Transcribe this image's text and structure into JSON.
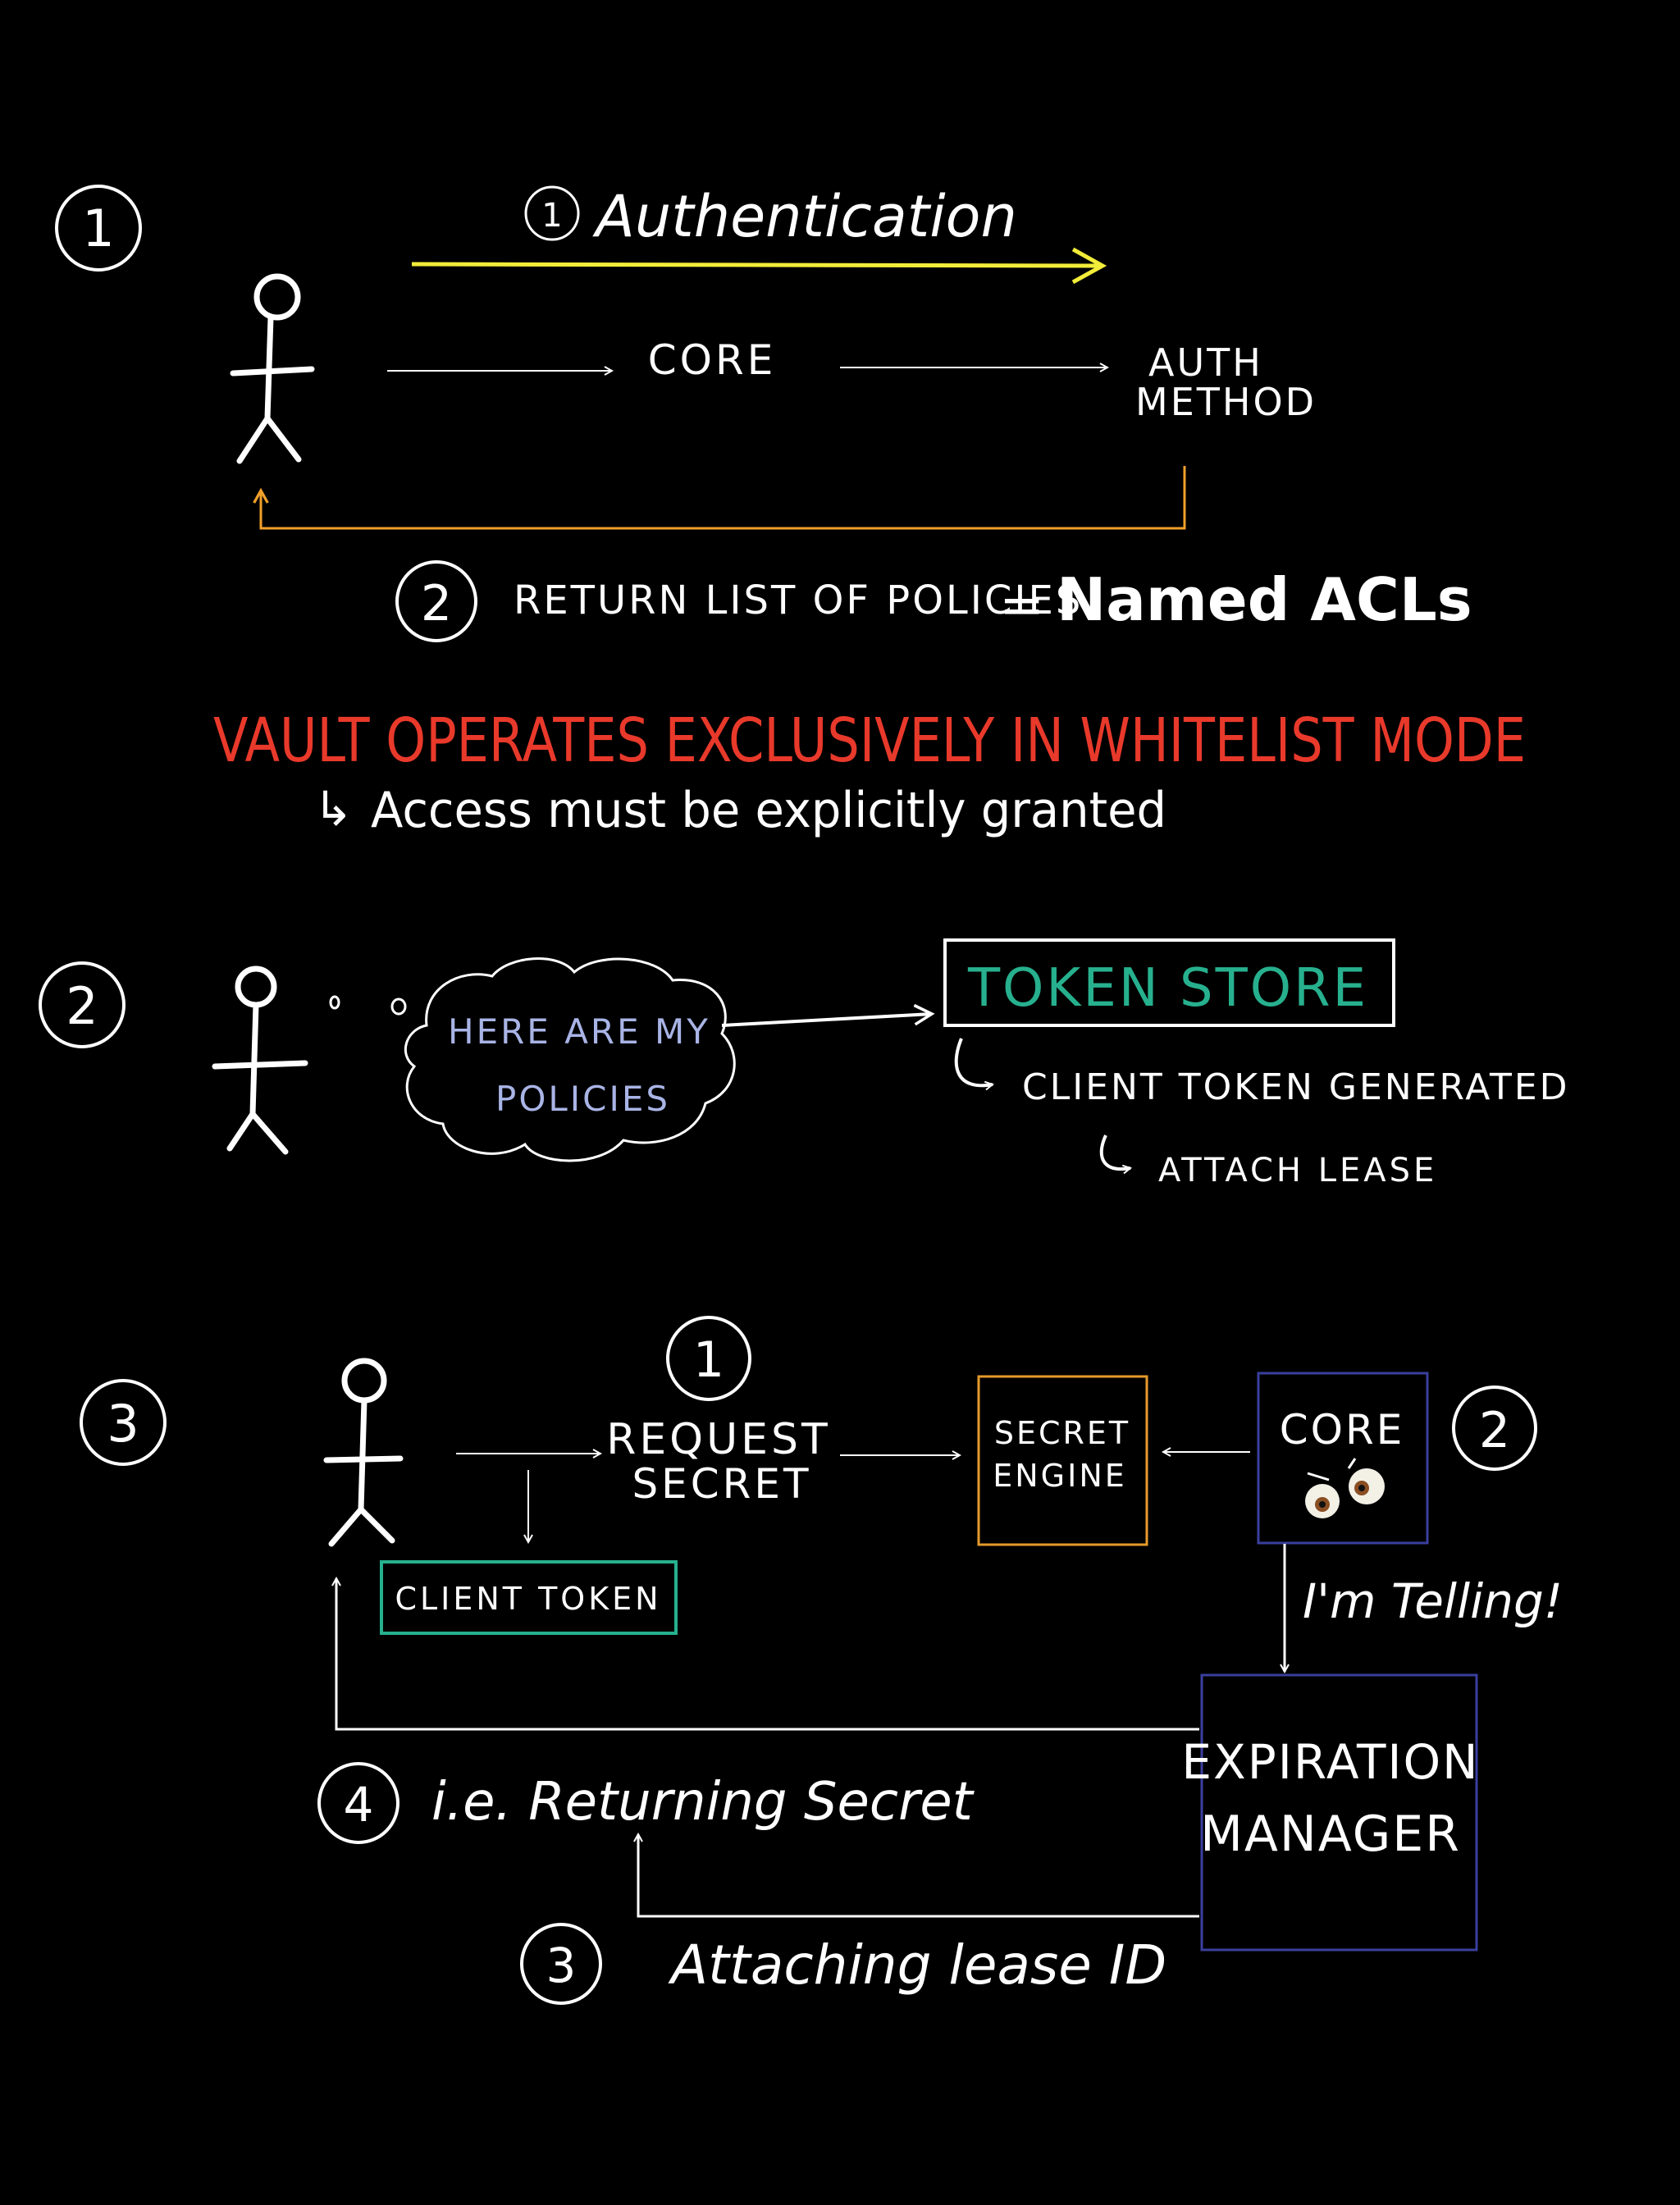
{
  "colors": {
    "background": "#000000",
    "ink": "#ffffff",
    "yellow": "#f2ec3a",
    "orange": "#f0a02a",
    "red": "#e8392b",
    "teal": "#27b08e",
    "lavender": "#a9b4e6",
    "navy": "#3a3f9e",
    "orange_box": "#e59a2b"
  },
  "section1": {
    "number": "1",
    "step1_number": "1",
    "step1_label": "Authentication",
    "core_label": "CORE",
    "auth_method_line1": "AUTH",
    "auth_method_line2": "METHOD",
    "step2_number": "2",
    "step2_label": "RETURN LIST OF POLICIES",
    "equals": "=",
    "named_acls": "Named ACLs"
  },
  "note": {
    "headline": "VAULT OPERATES EXCLUSIVELY IN WHITELIST MODE",
    "sub_arrow": "↳",
    "sub": "Access must be explicitly granted"
  },
  "section2": {
    "number": "2",
    "thought_line1": "HERE ARE MY",
    "thought_line2": "POLICIES",
    "token_store": "TOKEN STORE",
    "client_token_generated": "CLIENT TOKEN GENERATED",
    "attach_lease": "ATTACH LEASE"
  },
  "section3": {
    "number": "3",
    "step1_number": "1",
    "request_line1": "REQUEST",
    "request_line2": "SECRET",
    "secret_engine_line1": "SECRET",
    "secret_engine_line2": "ENGINE",
    "core_label": "CORE",
    "step2_number": "2",
    "client_token": "CLIENT TOKEN",
    "im_telling": "I'm Telling!",
    "expiration_line1": "EXPIRATION",
    "expiration_line2": "MANAGER",
    "step4_number": "4",
    "step4_label": "i.e. Returning Secret",
    "step3_number": "3",
    "step3_label": "Attaching lease ID"
  }
}
